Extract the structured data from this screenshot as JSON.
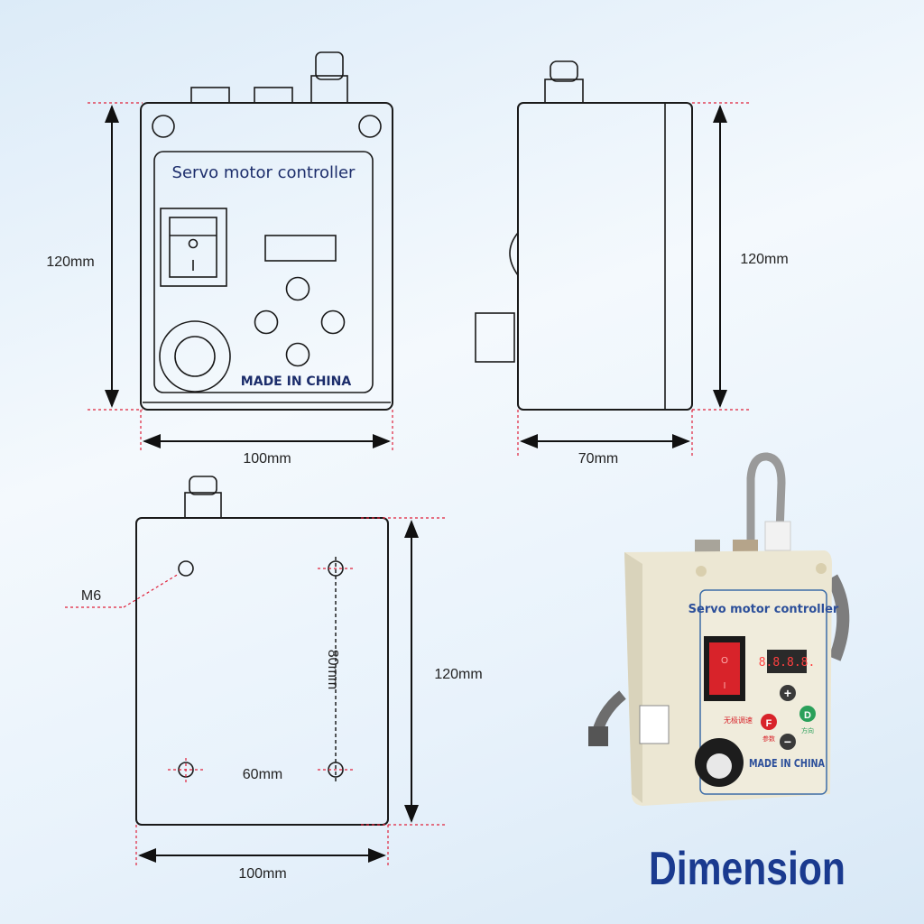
{
  "front_view": {
    "title": "Servo motor controller",
    "footer": "MADE IN CHINA",
    "switch_on": "I",
    "switch_off": "O",
    "height": "120mm",
    "width": "100mm"
  },
  "side_view": {
    "height": "120mm",
    "depth": "70mm"
  },
  "back_view": {
    "hole_label": "M6",
    "hole_vertical_spacing": "80mm",
    "hole_horizontal_spacing": "60mm",
    "height": "120mm",
    "width": "100mm"
  },
  "photo": {
    "title": "Servo motor controller",
    "footer": "MADE IN CHINA",
    "display": "8.8.8.8.",
    "speed_label": "无极调速",
    "f_button": "F",
    "f_label": "参数",
    "d_button": "D",
    "d_label": "方向",
    "plus": "+",
    "minus": "−"
  },
  "heading": "Dimension",
  "colors": {
    "accent": "#1c2d6b",
    "dim_red": "#e0203a",
    "heading": "#1a3a8f"
  }
}
